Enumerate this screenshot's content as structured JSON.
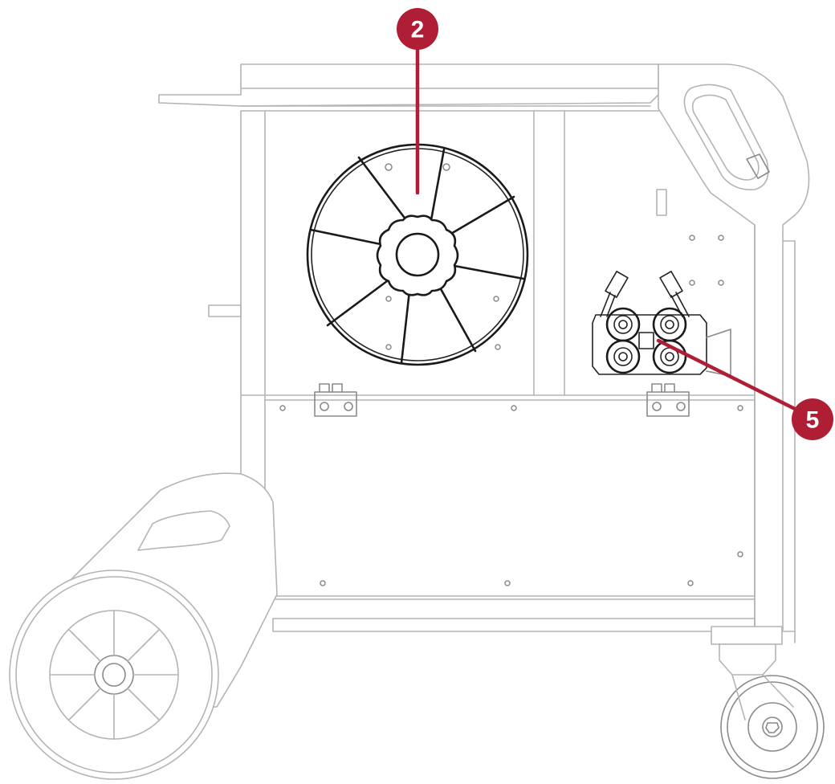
{
  "callouts": [
    {
      "id": "callout-2",
      "label": "2",
      "target": "wire-spool-hub"
    },
    {
      "id": "callout-5",
      "label": "5",
      "target": "wire-feed-rolls"
    }
  ],
  "colors": {
    "callout": "#b01e36",
    "outline": "#b4b4b4",
    "detail": "#1a1a1a"
  }
}
